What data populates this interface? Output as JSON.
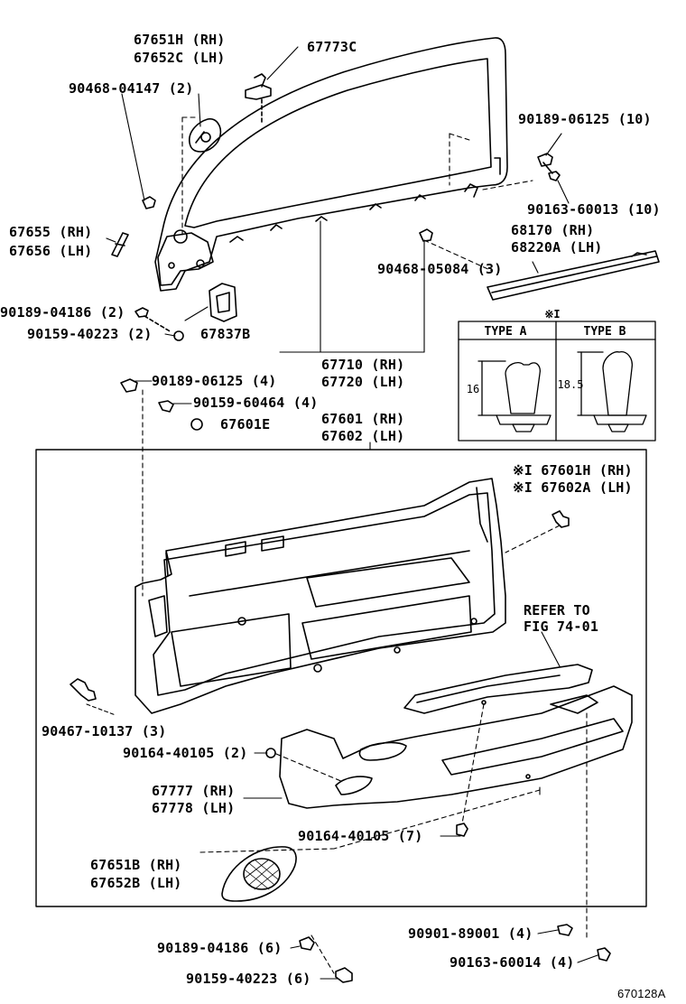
{
  "labels": {
    "l67651h": "67651H (RH)",
    "l67652c": "67652C (LH)",
    "l67773c": "67773C",
    "l90468_04147": "90468-04147 (2)",
    "l90189_06125_10": "90189-06125 (10)",
    "l90163_60013": "90163-60013 (10)",
    "l67655": "67655 (RH)",
    "l67656": "67656 (LH)",
    "l68170": "68170 (RH)",
    "l68220a": "68220A (LH)",
    "l90468_05084": "90468-05084 (3)",
    "l90189_04186_2": "90189-04186 (2)",
    "l90159_40223_2": "90159-40223 (2)",
    "l67837b": "67837B",
    "l67710": "67710 (RH)",
    "l67720": "67720 (LH)",
    "l90189_06125_4": "90189-06125 (4)",
    "l90159_60464": "90159-60464 (4)",
    "l67601e": "67601E",
    "l67601": "67601 (RH)",
    "l67602": "67602 (LH)",
    "l67601h": "※I 67601H (RH)",
    "l67602a": "※I 67602A (LH)",
    "l_refer": "REFER TO",
    "l_fig": "FIG 74-01",
    "l90467": "90467-10137 (3)",
    "l90164_2": "90164-40105 (2)",
    "l67777": "67777 (RH)",
    "l67778": "67778 (LH)",
    "l90164_7": "90164-40105 (7)",
    "l67651b": "67651B (RH)",
    "l67652b": "67652B (LH)",
    "l90901": "90901-89001 (4)",
    "l90189_04186_6": "90189-04186 (6)",
    "l90163_60014": "90163-60014 (4)",
    "l90159_40223_6": "90159-40223 (6)",
    "figure_id": "670128A"
  },
  "inset": {
    "mark": "※I",
    "type_a": "TYPE  A",
    "type_b": "TYPE  B",
    "dim_a": "16",
    "dim_b": "18.5"
  }
}
